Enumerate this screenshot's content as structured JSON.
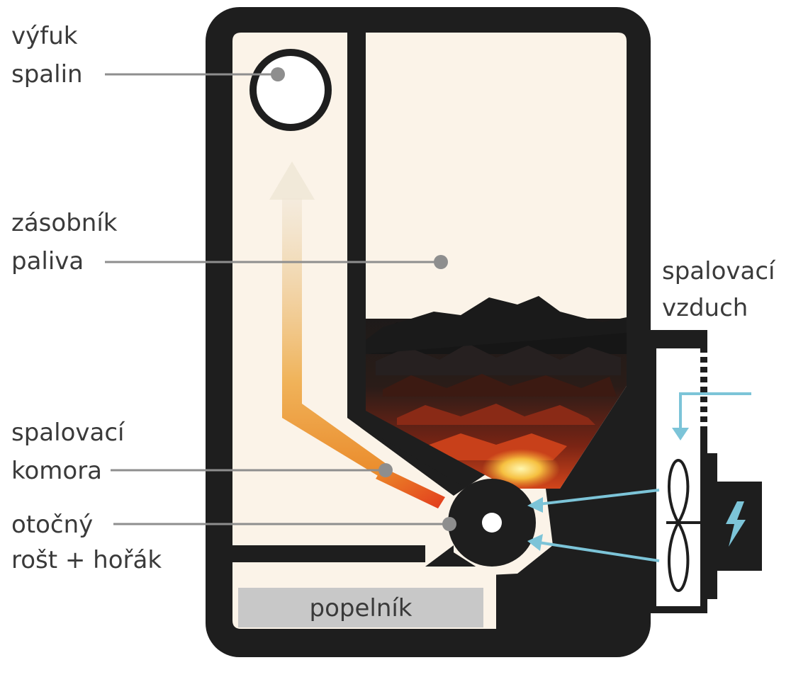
{
  "labels": {
    "exhaust": {
      "line1": "výfuk",
      "line2": "spalin"
    },
    "fuel_hopper": {
      "line1": "zásobník",
      "line2": "paliva"
    },
    "combustion_chamber": {
      "line1": "spalovací",
      "line2": "komora"
    },
    "grate_burner": {
      "line1": "otočný",
      "line2": "rošt + hořák"
    },
    "combustion_air": {
      "line1": "spalovací",
      "line2": "vzduch"
    },
    "ash_pan": "popelník"
  },
  "icons": {
    "fan": "fan-icon",
    "power": "lightning-icon"
  },
  "colors": {
    "body": "#1e1e1e",
    "interior": "#fbf3e8",
    "leader": "#8e8e8e",
    "airflow": "#7cc4d8",
    "ash_pan": "#c8c8c8",
    "ember": "#e8431e",
    "flame": "#f6d04a"
  }
}
